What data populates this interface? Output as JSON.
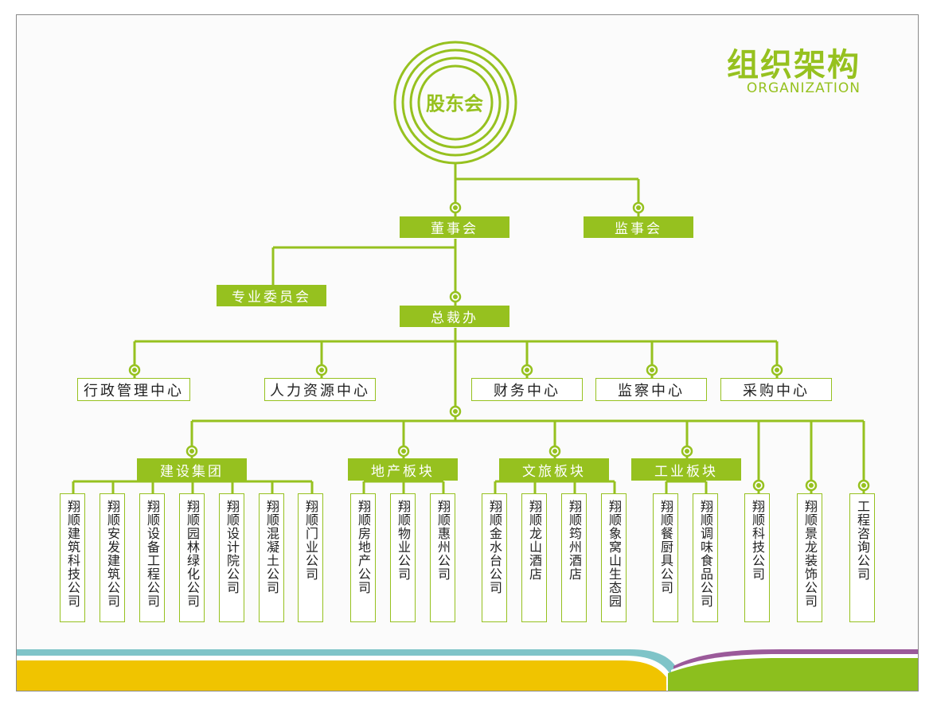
{
  "title": {
    "cn": "组织架构",
    "en": "ORGANIZATION"
  },
  "root": "股东会",
  "board": "董事会",
  "supervisory": "监事会",
  "committee": "专业委员会",
  "president_office": "总裁办",
  "centers": [
    "行政管理中心",
    "人力资源中心",
    "财务中心",
    "监察中心",
    "采购中心"
  ],
  "groups": [
    {
      "name": "建设集团",
      "companies": [
        "翔顺建筑科技公司",
        "翔顺安发建筑公司",
        "翔顺设备工程公司",
        "翔顺园林绿化公司",
        "翔顺设计院公司",
        "翔顺混凝土公司",
        "翔顺门业公司"
      ]
    },
    {
      "name": "地产板块",
      "companies": [
        "翔顺房地产公司",
        "翔顺物业公司",
        "翔顺惠州公司"
      ]
    },
    {
      "name": "文旅板块",
      "companies": [
        "翔顺金水台公司",
        "翔顺龙山酒店",
        "翔顺筠州酒店",
        "翔顺象窝山生态园"
      ]
    },
    {
      "name": "工业板块",
      "companies": [
        "翔顺餐厨具公司",
        "翔顺调味食品公司"
      ]
    }
  ],
  "independents": [
    "翔顺科技公司",
    "翔顺景龙装饰公司",
    "工程咨询公司"
  ],
  "colors": {
    "accent": "#96c11f",
    "band_yellow": "#f0c400",
    "band_teal": "#7fc4c8",
    "band_purple": "#9b5a9a",
    "band_green": "#8cbf1e"
  }
}
